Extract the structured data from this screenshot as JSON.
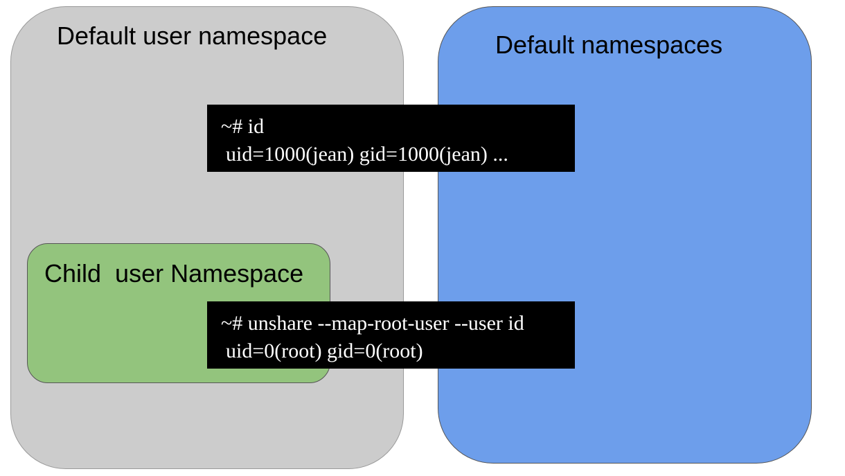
{
  "regions": {
    "default_user_namespace": {
      "label": "Default user namespace",
      "color": "#cccccc"
    },
    "default_namespaces": {
      "label": "Default namespaces",
      "color": "#6d9eeb"
    },
    "child_user_namespace": {
      "label": "Child  user Namespace",
      "color": "#93c47d"
    }
  },
  "terminals": {
    "top": {
      "command": "~# id",
      "output": "uid=1000(jean) gid=1000(jean) ..."
    },
    "bottom": {
      "command": "~# unshare --map-root-user --user id",
      "output": "uid=0(root) gid=0(root)"
    }
  }
}
